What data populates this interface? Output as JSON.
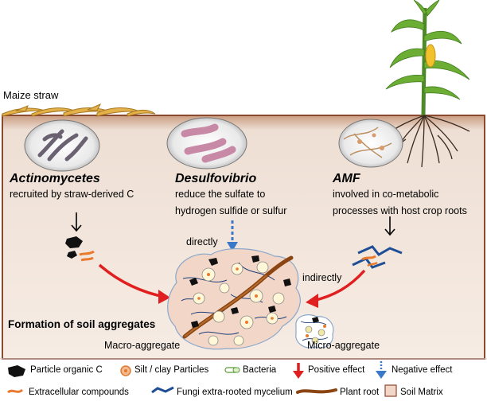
{
  "scene": {
    "straw_label": "Maize straw",
    "title": "Formation of soil aggregates",
    "macro_label": "Macro-aggregate",
    "micro_label": "Micro-aggregate",
    "directly_label": "directly",
    "indirectly_label": "indirectly",
    "colors": {
      "soil": "#eeded3",
      "soil_border": "#8b4a2f",
      "root": "#8b4513",
      "positive": "#e02020",
      "negative": "#3a78c9",
      "fungi": "#1f4e96",
      "extracellular": "#e8792d"
    }
  },
  "organisms": [
    {
      "name": "Actinomycetes",
      "desc_lines": [
        "recruited by straw-derived C"
      ]
    },
    {
      "name": "Desulfovibrio",
      "desc_lines": [
        "reduce the sulfate to",
        "hydrogen sulfide or sulfur"
      ]
    },
    {
      "name": "AMF",
      "desc_lines": [
        "involved in co-metabolic",
        "processes with host crop roots"
      ]
    }
  ],
  "legend": {
    "particle_organic_c": "Particle organic C",
    "silt_clay": "Silt / clay Particles",
    "bacteria": "Bacteria",
    "positive_effect": "Positive effect",
    "negative_effect": "Negative effect",
    "extracellular": "Extracellular compounds",
    "fungi": "Fungi  extra-rooted mycelium",
    "plant_root": "Plant root",
    "soil_matrix": "Soil Matrix"
  }
}
